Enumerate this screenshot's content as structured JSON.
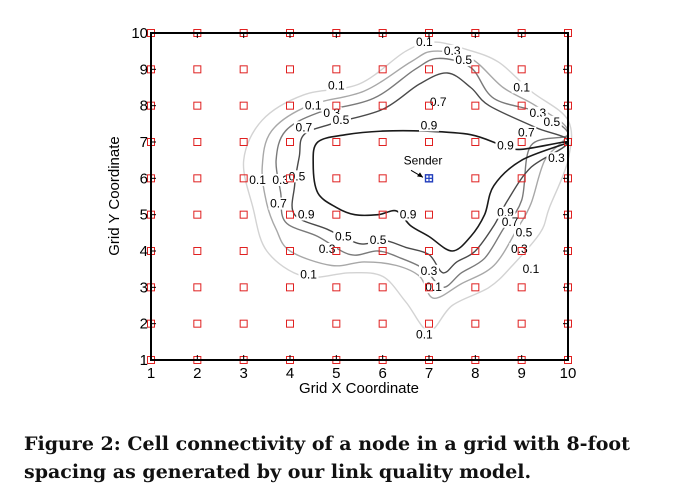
{
  "caption": "Figure 2: Cell connectivity of a node in a grid with 8-foot spacing as generated by our link quality model.",
  "chart_data": {
    "type": "contour",
    "xlabel": "Grid X Coordinate",
    "ylabel": "Grid Y Coordinate",
    "xlim": [
      1,
      10
    ],
    "ylim": [
      1,
      10
    ],
    "xticks": [
      1,
      2,
      3,
      4,
      5,
      6,
      7,
      8,
      9,
      10
    ],
    "yticks": [
      1,
      2,
      3,
      4,
      5,
      6,
      7,
      8,
      9,
      10
    ],
    "grid": false,
    "sender": {
      "label": "Sender",
      "x": 7,
      "y": 6,
      "color": "#1f3fbf"
    },
    "node_color": "#e02020",
    "nodes": {
      "x": [
        1,
        2,
        3,
        4,
        5,
        6,
        7,
        8,
        9,
        10
      ],
      "y": [
        1,
        2,
        3,
        4,
        5,
        6,
        7,
        8,
        9,
        10
      ]
    },
    "contour_levels": [
      0.1,
      0.3,
      0.5,
      0.7,
      0.9
    ],
    "contour_colors": {
      "0.1": "#d3d3d3",
      "0.3": "#a8a8a8",
      "0.5": "#7a7a7a",
      "0.7": "#4a4a4a",
      "0.9": "#1a1a1a"
    },
    "contours": [
      {
        "level": 0.1,
        "points": [
          [
            6.5,
            9.5
          ],
          [
            7.1,
            9.75
          ],
          [
            7.8,
            9.55
          ],
          [
            8.5,
            9.2
          ],
          [
            9.2,
            8.4
          ],
          [
            10,
            7.6
          ],
          [
            10,
            6.5
          ],
          [
            9.6,
            5.2
          ],
          [
            9.4,
            4.5
          ],
          [
            8.8,
            3.6
          ],
          [
            8.3,
            3.0
          ],
          [
            7.5,
            2.5
          ],
          [
            7.0,
            1.8
          ],
          [
            6.5,
            2.6
          ],
          [
            6.0,
            3.3
          ],
          [
            5.3,
            3.4
          ],
          [
            4.3,
            3.3
          ],
          [
            3.5,
            4.0
          ],
          [
            3.2,
            5.2
          ],
          [
            3.0,
            6.5
          ],
          [
            3.4,
            7.6
          ],
          [
            4.3,
            8.3
          ],
          [
            5.5,
            8.6
          ]
        ]
      },
      {
        "level": 0.3,
        "points": [
          [
            6.6,
            9.2
          ],
          [
            7.1,
            9.5
          ],
          [
            7.9,
            9.3
          ],
          [
            8.6,
            8.5
          ],
          [
            9.3,
            8.0
          ],
          [
            10,
            7.3
          ],
          [
            9.5,
            6.5
          ],
          [
            9.2,
            5.3
          ],
          [
            8.9,
            4.6
          ],
          [
            8.4,
            3.6
          ],
          [
            7.7,
            3.1
          ],
          [
            7.1,
            2.7
          ],
          [
            6.8,
            3.3
          ],
          [
            6.3,
            3.6
          ],
          [
            5.6,
            3.7
          ],
          [
            4.9,
            3.6
          ],
          [
            4.0,
            4.0
          ],
          [
            3.7,
            4.6
          ],
          [
            3.5,
            5.3
          ],
          [
            3.4,
            6.3
          ],
          [
            3.6,
            7.3
          ],
          [
            4.4,
            8.0
          ],
          [
            5.6,
            8.4
          ]
        ]
      },
      {
        "level": 0.5,
        "points": [
          [
            6.7,
            9.0
          ],
          [
            7.2,
            9.3
          ],
          [
            7.9,
            9.05
          ],
          [
            8.4,
            8.2
          ],
          [
            9.4,
            7.8
          ],
          [
            10,
            7.2
          ],
          [
            9.2,
            6.9
          ],
          [
            9.0,
            5.4
          ],
          [
            8.6,
            4.6
          ],
          [
            8.2,
            3.8
          ],
          [
            7.7,
            3.4
          ],
          [
            7.3,
            3.0
          ],
          [
            6.9,
            3.5
          ],
          [
            6.4,
            3.8
          ],
          [
            5.9,
            4.0
          ],
          [
            5.3,
            3.9
          ],
          [
            4.6,
            4.4
          ],
          [
            3.9,
            4.8
          ],
          [
            3.8,
            5.6
          ],
          [
            3.7,
            6.5
          ],
          [
            3.9,
            7.3
          ],
          [
            4.6,
            7.8
          ],
          [
            5.8,
            8.2
          ]
        ]
      },
      {
        "level": 0.7,
        "points": [
          [
            6.8,
            8.6
          ],
          [
            7.4,
            8.9
          ],
          [
            7.9,
            8.5
          ],
          [
            8.3,
            8.0
          ],
          [
            9.3,
            7.4
          ],
          [
            10,
            7.0
          ],
          [
            9.2,
            6.3
          ],
          [
            8.7,
            5.4
          ],
          [
            8.4,
            4.7
          ],
          [
            8.0,
            4.0
          ],
          [
            7.6,
            3.7
          ],
          [
            7.3,
            3.4
          ],
          [
            7.0,
            3.9
          ],
          [
            6.5,
            4.1
          ],
          [
            6.0,
            4.3
          ],
          [
            5.5,
            4.2
          ],
          [
            4.8,
            4.6
          ],
          [
            4.1,
            5.0
          ],
          [
            4.1,
            5.8
          ],
          [
            4.2,
            6.6
          ],
          [
            4.3,
            7.2
          ],
          [
            4.9,
            7.5
          ],
          [
            6.0,
            7.9
          ]
        ]
      },
      {
        "level": 0.9,
        "points": [
          [
            6.0,
            7.3
          ],
          [
            6.9,
            7.3
          ],
          [
            7.9,
            7.2
          ],
          [
            8.6,
            6.9
          ],
          [
            9.0,
            6.8
          ],
          [
            10,
            7.0
          ],
          [
            9.0,
            6.5
          ],
          [
            8.4,
            5.8
          ],
          [
            8.2,
            5.0
          ],
          [
            7.9,
            4.4
          ],
          [
            7.5,
            4.0
          ],
          [
            7.0,
            4.4
          ],
          [
            6.6,
            4.7
          ],
          [
            6.3,
            5.1
          ],
          [
            5.9,
            5.0
          ],
          [
            5.4,
            5.0
          ],
          [
            5.0,
            5.2
          ],
          [
            4.6,
            5.6
          ],
          [
            4.5,
            6.4
          ],
          [
            4.6,
            7.0
          ],
          [
            5.2,
            7.2
          ]
        ]
      }
    ],
    "contour_labels": [
      {
        "text": "0.1",
        "x": 6.9,
        "y": 9.7
      },
      {
        "text": "0.3",
        "x": 7.5,
        "y": 9.45
      },
      {
        "text": "0.5",
        "x": 7.75,
        "y": 9.2
      },
      {
        "text": "0.1",
        "x": 5.0,
        "y": 8.5
      },
      {
        "text": "0.1",
        "x": 4.5,
        "y": 7.95
      },
      {
        "text": "0.3",
        "x": 4.9,
        "y": 7.75
      },
      {
        "text": "0.5",
        "x": 5.1,
        "y": 7.55
      },
      {
        "text": "0.7",
        "x": 4.3,
        "y": 7.35
      },
      {
        "text": "0.7",
        "x": 7.2,
        "y": 8.05
      },
      {
        "text": "0.9",
        "x": 7.0,
        "y": 7.4
      },
      {
        "text": "0.1",
        "x": 9.0,
        "y": 8.45
      },
      {
        "text": "0.3",
        "x": 9.35,
        "y": 7.75
      },
      {
        "text": "0.5",
        "x": 9.65,
        "y": 7.5
      },
      {
        "text": "0.7",
        "x": 9.1,
        "y": 7.2
      },
      {
        "text": "0.9",
        "x": 8.65,
        "y": 6.85
      },
      {
        "text": "0.3",
        "x": 9.75,
        "y": 6.5
      },
      {
        "text": "0.1",
        "x": 3.3,
        "y": 5.9
      },
      {
        "text": "0.3",
        "x": 3.8,
        "y": 5.9
      },
      {
        "text": "0.5",
        "x": 4.15,
        "y": 6.0
      },
      {
        "text": "0.7",
        "x": 3.75,
        "y": 5.25
      },
      {
        "text": "0.9",
        "x": 4.35,
        "y": 4.95
      },
      {
        "text": "0.9",
        "x": 6.55,
        "y": 4.95
      },
      {
        "text": "0.9",
        "x": 8.65,
        "y": 5.0
      },
      {
        "text": "0.7",
        "x": 8.75,
        "y": 4.75
      },
      {
        "text": "0.5",
        "x": 9.05,
        "y": 4.45
      },
      {
        "text": "0.3",
        "x": 8.95,
        "y": 4.0
      },
      {
        "text": "0.5",
        "x": 5.15,
        "y": 4.35
      },
      {
        "text": "0.3",
        "x": 4.8,
        "y": 4.0
      },
      {
        "text": "0.5",
        "x": 5.9,
        "y": 4.25
      },
      {
        "text": "0.1",
        "x": 4.4,
        "y": 3.3
      },
      {
        "text": "0.1",
        "x": 9.2,
        "y": 3.45
      },
      {
        "text": "0.3",
        "x": 7.0,
        "y": 3.4
      },
      {
        "text": "0.1",
        "x": 7.1,
        "y": 2.95
      },
      {
        "text": "0.1",
        "x": 6.9,
        "y": 1.65
      }
    ]
  }
}
